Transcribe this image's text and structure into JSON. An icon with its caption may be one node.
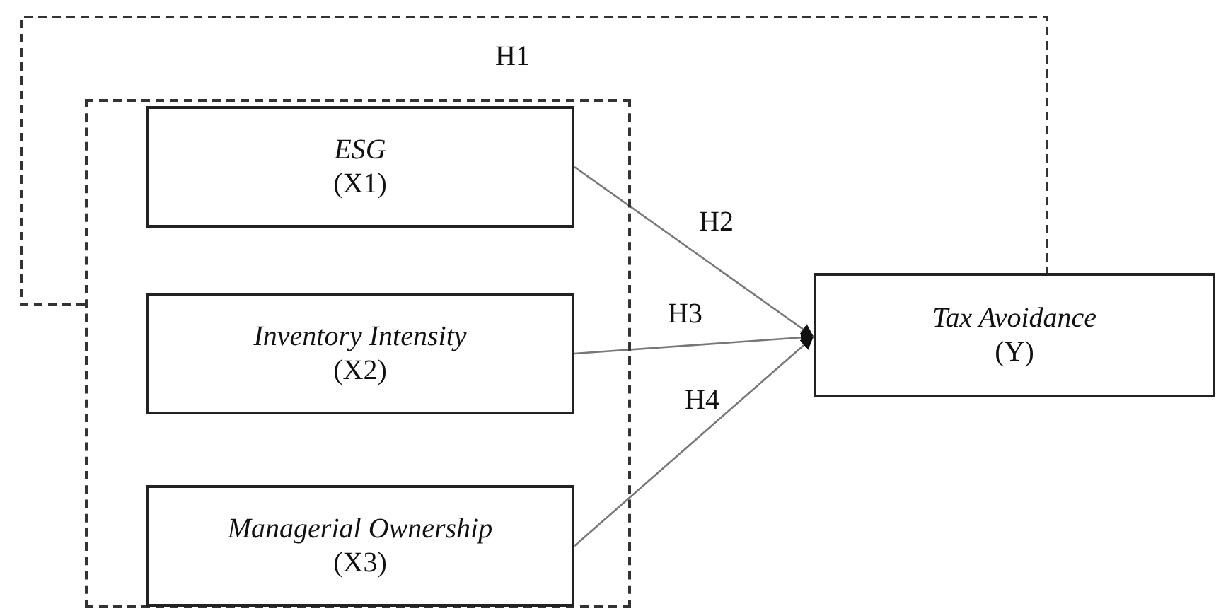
{
  "diagram": {
    "nodes": [
      {
        "text": [],
        "shape": "box"
      },
      {
        "text": [
          "ESG",
          "(X1)"
        ],
        "in": 0
      },
      {
        "text": [
          "Inventory Intensity",
          "(X2)"
        ],
        "in": 0
      },
      {
        "text": [
          "Managerial Ownership",
          "(X3)"
        ],
        "in": 0
      },
      {
        "text": [
          "Tax Avoidance",
          "(Y)"
        ]
      }
    ],
    "edges": [
      {
        "from": 0,
        "to": 4,
        "arrow": "none",
        "label": "H1",
        "style": "dashed"
      },
      {
        "from": 1,
        "to": 4,
        "arrow": "to",
        "label": "H2"
      },
      {
        "from": 2,
        "to": 4,
        "arrow": "to",
        "label": "H3"
      },
      {
        "from": 3,
        "to": 4,
        "arrow": "to",
        "label": "H4"
      }
    ]
  }
}
